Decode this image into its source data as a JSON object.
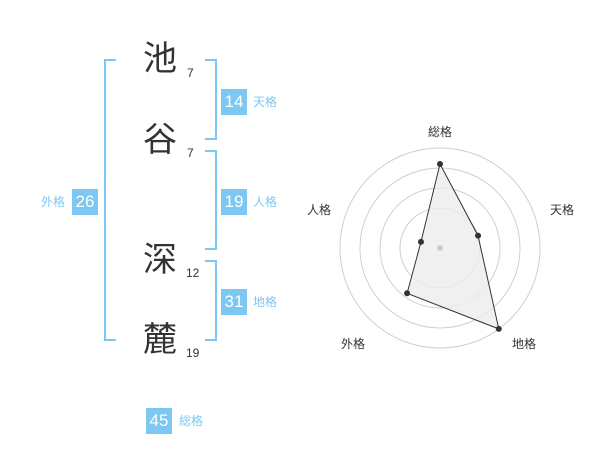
{
  "name_chars": [
    {
      "char": "池",
      "strokes": "7"
    },
    {
      "char": "谷",
      "strokes": "7"
    },
    {
      "char": "深",
      "strokes": "12"
    },
    {
      "char": "麓",
      "strokes": "19"
    }
  ],
  "fortunes": {
    "tenkaku": {
      "value": "14",
      "label": "天格"
    },
    "jinkaku": {
      "value": "19",
      "label": "人格"
    },
    "chikaku": {
      "value": "31",
      "label": "地格"
    },
    "gaikaku": {
      "value": "26",
      "label": "外格"
    },
    "soukaku": {
      "value": "45",
      "label": "総格"
    }
  },
  "colors": {
    "accent": "#7cc8f2",
    "text": "#333333"
  },
  "chart_data": {
    "type": "radar",
    "axes": [
      "総格",
      "天格",
      "地格",
      "外格",
      "人格"
    ],
    "values": [
      0.8,
      0.25,
      1.0,
      0.45,
      0.0
    ],
    "rings": 4
  }
}
